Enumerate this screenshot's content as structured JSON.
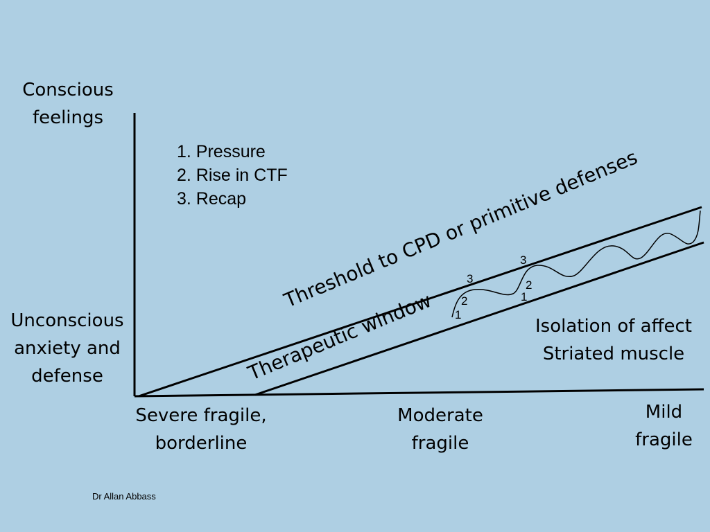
{
  "y_axis": {
    "top_label": [
      "Conscious",
      "feelings"
    ],
    "mid_label": [
      "Unconscious",
      "anxiety and",
      "defense"
    ]
  },
  "x_axis": {
    "left_label": [
      "Severe fragile,",
      "borderline"
    ],
    "mid_label": [
      "Moderate",
      "fragile"
    ],
    "right_label": [
      "Mild",
      "fragile"
    ]
  },
  "steps": [
    "1.  Pressure",
    "2.  Rise in CTF",
    "3.  Recap"
  ],
  "threshold_label": "Threshold to CPD or primitive defenses",
  "window_label": "Therapeutic window",
  "right_note": [
    "Isolation of affect",
    "Striated muscle"
  ],
  "wave_marks": {
    "first": {
      "m1": "1",
      "m2": "2",
      "m3": "3"
    },
    "second": {
      "m1": "1",
      "m2": "2",
      "m3": "3"
    }
  },
  "credit": "Dr Allan Abbass"
}
